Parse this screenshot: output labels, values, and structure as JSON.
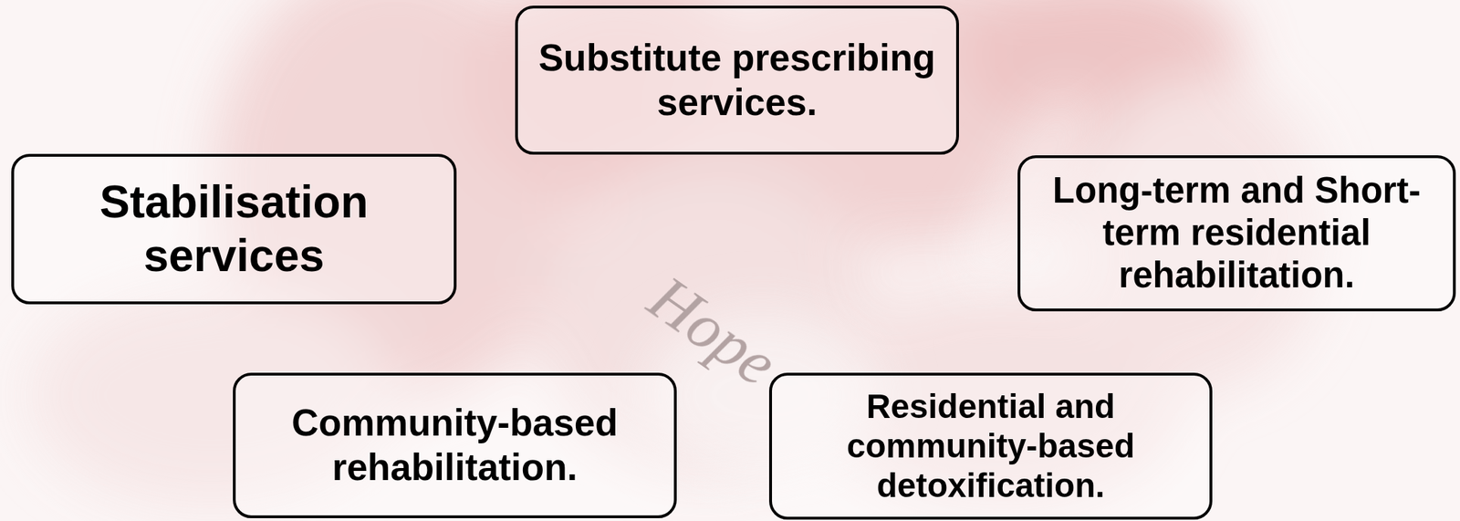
{
  "diagram": {
    "nodes": [
      {
        "text": [
          "Substitute prescribing services."
        ]
      },
      {
        "text": [
          "Stabilisation services"
        ]
      },
      {
        "text": [
          "Long-term and Short-term residential rehabilitation."
        ]
      },
      {
        "text": [
          "Community-based rehabilitation."
        ]
      },
      {
        "text": [
          "Residential and community-based detoxification."
        ]
      }
    ],
    "labels": [
      "Hope"
    ]
  }
}
